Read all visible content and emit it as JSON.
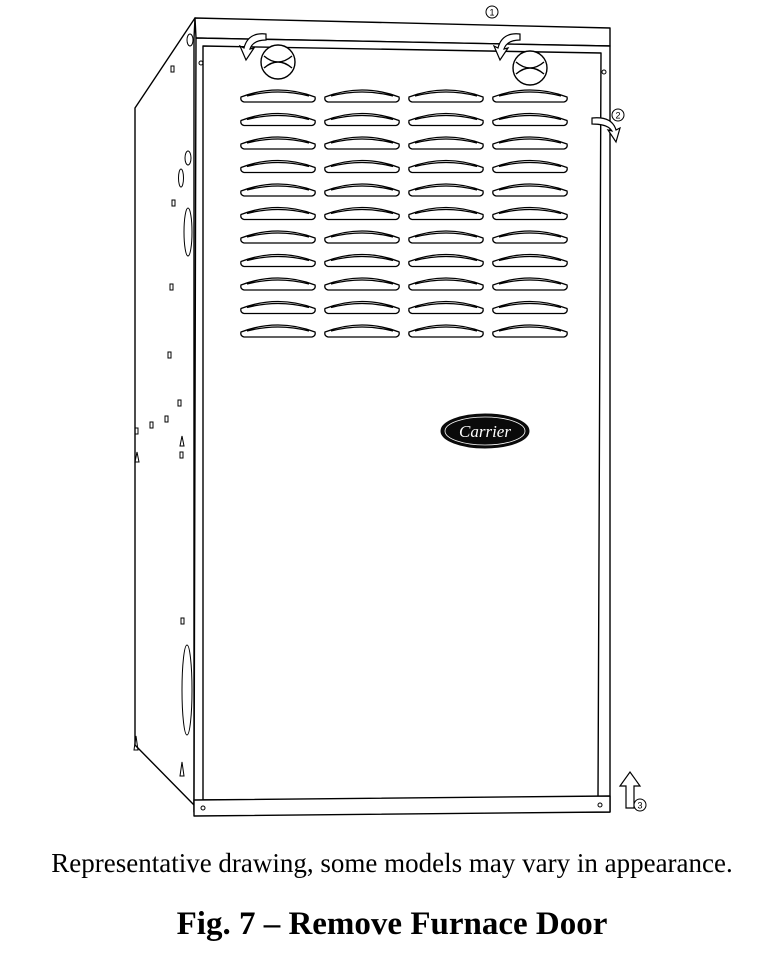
{
  "figure": {
    "callouts": [
      "1",
      "2",
      "3"
    ],
    "logo_text": "Carrier",
    "note": "Representative drawing, some models may vary in appearance.",
    "title": "Fig. 7 – Remove Furnace Door"
  },
  "colors": {
    "ink": "#000000",
    "paper": "#ffffff",
    "logo_fill": "#0a0a0a",
    "logo_text": "#ffffff"
  },
  "icons": [
    "curved-arrow-icon",
    "up-arrow-icon"
  ]
}
